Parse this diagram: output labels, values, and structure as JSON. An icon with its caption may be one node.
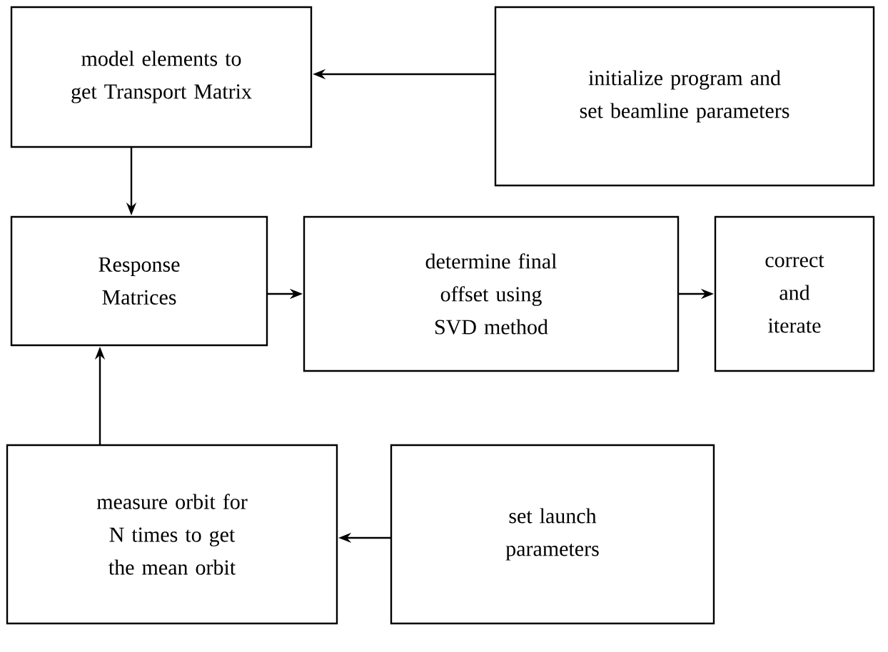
{
  "diagram": {
    "nodes": [
      {
        "text": [
          "model elements to get Transport Matrix"
        ]
      },
      {
        "text": [
          "initialize program and set beamline parameters"
        ]
      },
      {
        "text": [
          "Response Matrices"
        ]
      },
      {
        "text": [
          "determine final offset using SVD method"
        ]
      },
      {
        "text": [
          "correct and iterate"
        ]
      },
      {
        "text": [
          "measure orbit for N times to get the mean orbit"
        ]
      },
      {
        "text": [
          "set launch parameters"
        ]
      }
    ],
    "edges": [
      {
        "from": 1,
        "to": 0,
        "arrow": "to"
      },
      {
        "from": 0,
        "to": 2,
        "arrow": "to"
      },
      {
        "from": 2,
        "to": 3,
        "arrow": "to"
      },
      {
        "from": 3,
        "to": 4,
        "arrow": "to"
      },
      {
        "from": 5,
        "to": 2,
        "arrow": "to"
      },
      {
        "from": 6,
        "to": 5,
        "arrow": "to"
      }
    ]
  }
}
